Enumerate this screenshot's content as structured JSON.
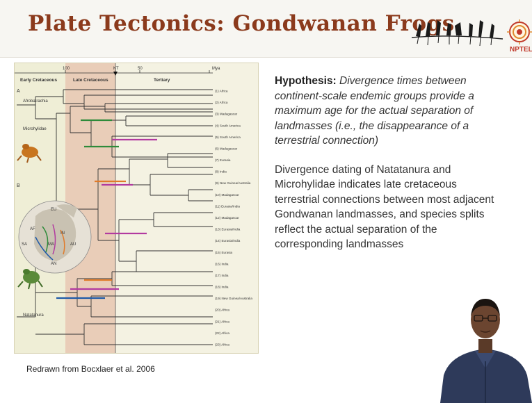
{
  "slide": {
    "title": "Plate Tectonics: Gondwanan Frogs",
    "logo_text": "NPTEL",
    "hypothesis_label": "Hypothesis:",
    "hypothesis_text": "Divergence times between continent-scale endemic groups provide a maximum age for the actual separation of landmasses (i.e., the disappearance of a terrestrial connection)",
    "paragraph2": "Divergence dating of Natatanura and Microhylidae indicates late cretaceous terrestrial connections between most adjacent Gondwanan landmasses, and species splits reflect the actual separation of the corresponding landmasses",
    "caption": "Redrawn from Bocxlaer et al. 2006"
  },
  "figure": {
    "periods": [
      "Early Cretaceous",
      "Late Cretaceous",
      "Tertiary"
    ],
    "axis_ticks": [
      "100",
      "KT",
      "50",
      "Mya"
    ],
    "panel_labels": [
      "A",
      "B"
    ],
    "clade_labels": [
      "Afrobatrachia",
      "Microhylidae",
      "Natatanura"
    ],
    "map_labels": [
      "EU",
      "AF",
      "IN",
      "MA",
      "AU",
      "SA",
      "AN"
    ],
    "tip_labels": [
      "(1) Africa",
      "(2) Africa",
      "(3) Madagascar",
      "(4) South America",
      "(5) South America",
      "(6) Madagascar",
      "(7) Eurasia",
      "(8) India",
      "(9) New Guinea/Australia",
      "(10) Madagascar",
      "(11) Eurasia/India",
      "(12) Madagascar",
      "(13) Eurasia/India",
      "(14) Eurasia/India",
      "(15) Eurasia",
      "(16) India",
      "(17) India",
      "(18) India",
      "(19) New Guinea/Australia",
      "(20) Africa",
      "(21) Africa",
      "(22) Africa",
      "(23) Africa"
    ],
    "colors": {
      "early_band": "#efeed6",
      "late_band": "#e9cdb8",
      "tertiary_band": "#f4f2e2",
      "green": "#2e8b3a",
      "orange": "#e07b2a",
      "purple": "#b23aa0",
      "blue": "#1f5aa8",
      "title": "#8b3a1c"
    }
  }
}
